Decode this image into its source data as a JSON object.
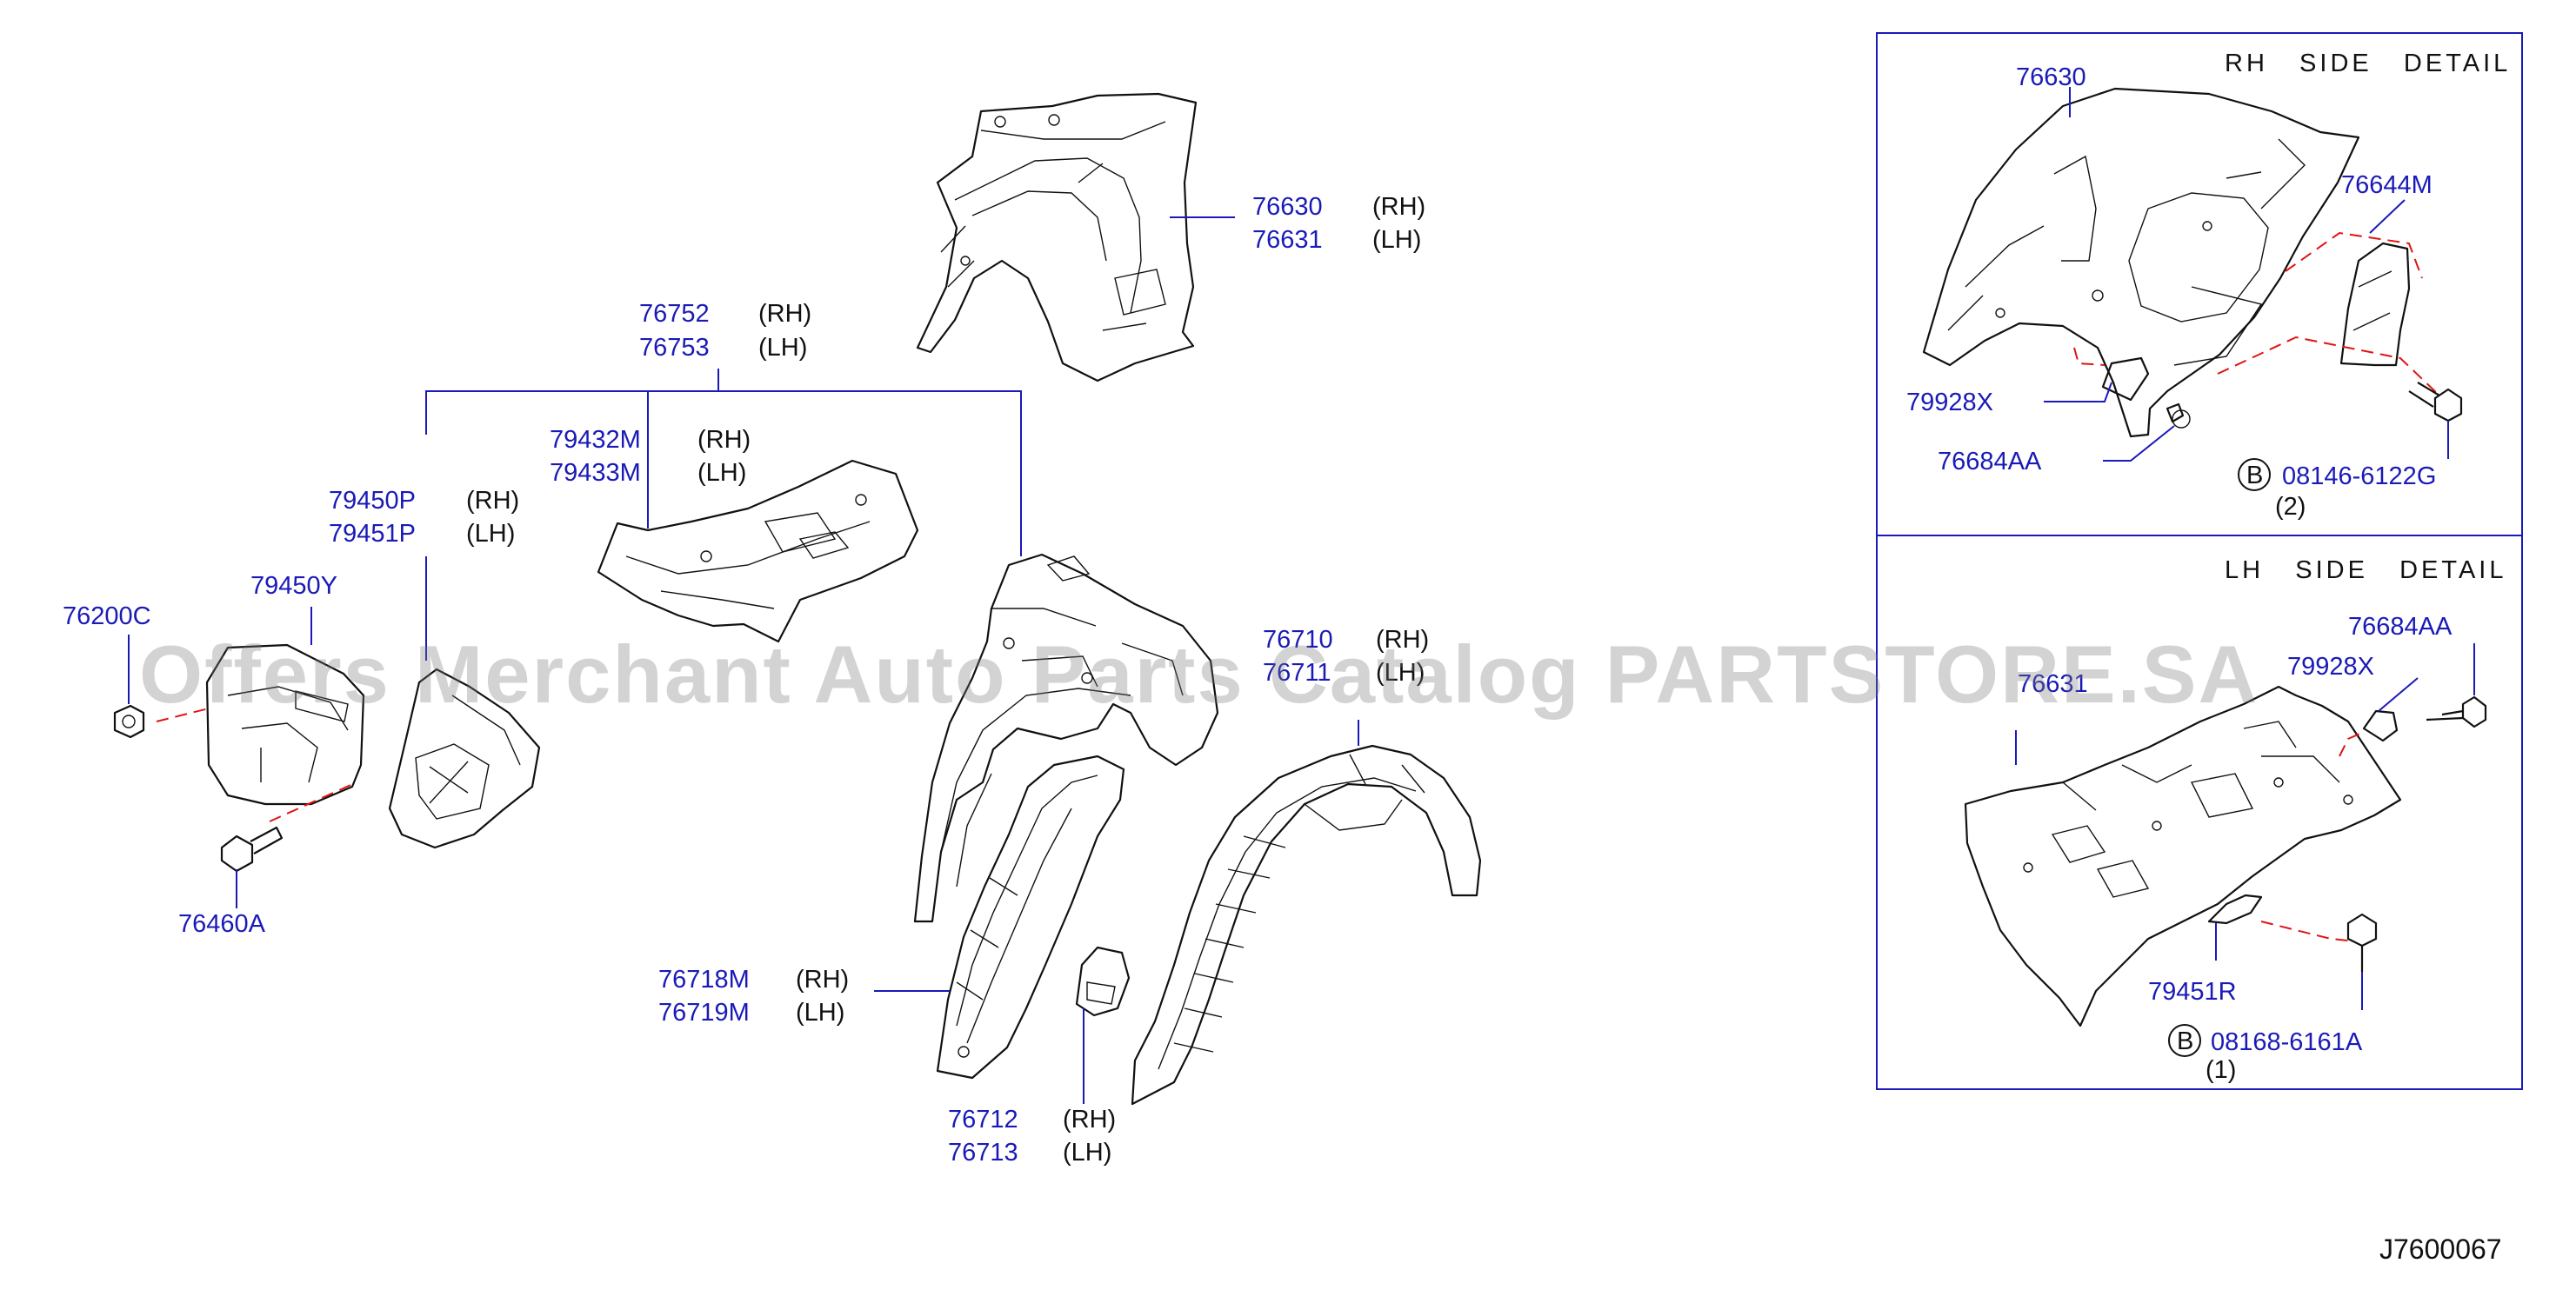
{
  "diagram": {
    "id": "J7600067",
    "watermark": "Offers Merchant Auto Parts Catalog PARTSTORE.SA",
    "parts": [
      {
        "pn": "76630",
        "side": "(RH)"
      },
      {
        "pn": "76631",
        "side": "(LH)"
      },
      {
        "pn": "76752",
        "side": "(RH)"
      },
      {
        "pn": "76753",
        "side": "(LH)"
      },
      {
        "pn": "79432M",
        "side": "(RH)"
      },
      {
        "pn": "79433M",
        "side": "(LH)"
      },
      {
        "pn": "79450P",
        "side": "(RH)"
      },
      {
        "pn": "79451P",
        "side": "(LH)"
      },
      {
        "pn": "79450Y",
        "side": ""
      },
      {
        "pn": "76200C",
        "side": ""
      },
      {
        "pn": "76460A",
        "side": ""
      },
      {
        "pn": "76710",
        "side": "(RH)"
      },
      {
        "pn": "76711",
        "side": "(LH)"
      },
      {
        "pn": "76718M",
        "side": "(RH)"
      },
      {
        "pn": "76719M",
        "side": "(LH)"
      },
      {
        "pn": "76712",
        "side": "(RH)"
      },
      {
        "pn": "76713",
        "side": "(LH)"
      }
    ],
    "rh_detail": {
      "title": "RH   SIDE   DETAIL",
      "labels": [
        "76630",
        "76644M",
        "79928X",
        "76684AA",
        "08146-6122G"
      ],
      "bolt_marker": "B",
      "bolt_qty": "(2)"
    },
    "lh_detail": {
      "title": "LH   SIDE   DETAIL",
      "labels": [
        "76684AA",
        "79928X",
        "76631",
        "79451R",
        "08168-6161A"
      ],
      "bolt_marker": "B",
      "bolt_qty": "(1)"
    }
  }
}
